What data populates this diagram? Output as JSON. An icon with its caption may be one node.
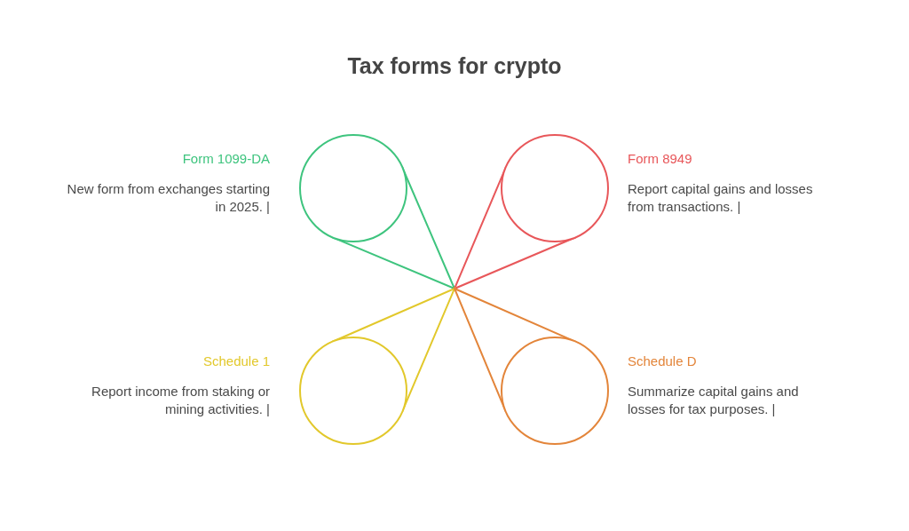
{
  "diagram": {
    "title": "Tax forms for crypto",
    "nodes": [
      {
        "text": [],
        "shape": "circle",
        "beside": [
          "Form 1099-DA",
          "New form from exchanges starting in 2025. |"
        ]
      },
      {
        "text": [],
        "shape": "circle",
        "beside": [
          "Form 8949",
          "Report capital gains and losses from transactions. |"
        ]
      },
      {
        "text": [],
        "shape": "circle",
        "beside": [
          "Schedule 1",
          "Report income from staking or mining activities. |"
        ]
      },
      {
        "text": [],
        "shape": "circle",
        "beside": [
          "Schedule D",
          "Summarize capital gains and losses for tax purposes. |"
        ]
      }
    ],
    "edges": [
      {
        "from": 0,
        "to": null,
        "arrow": "none",
        "color": "#3ec47e"
      },
      {
        "from": 1,
        "to": null,
        "arrow": "none",
        "color": "#e8575a"
      },
      {
        "from": 2,
        "to": null,
        "arrow": "none",
        "color": "#e2c82b"
      },
      {
        "from": 3,
        "to": null,
        "arrow": "none",
        "color": "#e3853a"
      }
    ]
  }
}
